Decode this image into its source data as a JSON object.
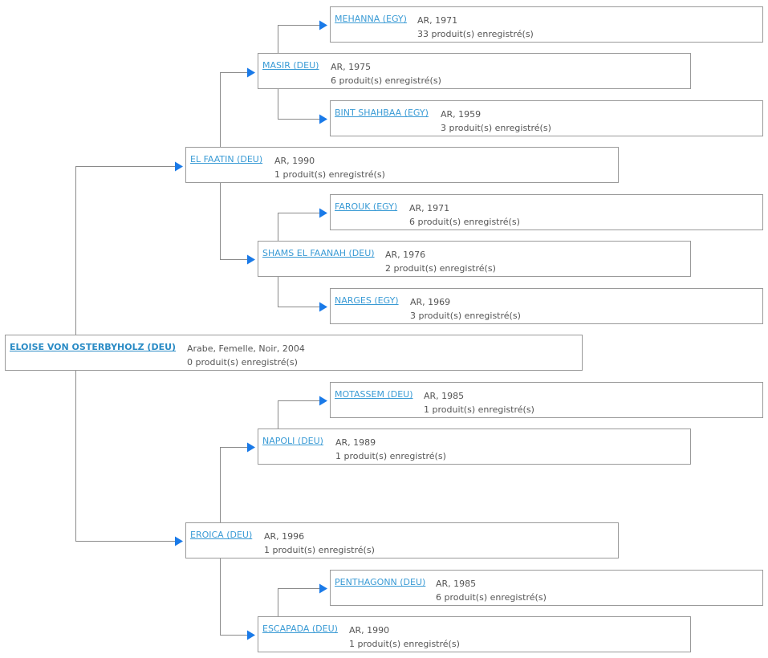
{
  "pedigree": {
    "subject": {
      "name": "ELOISE VON OSTERBYHOLZ (DEU)",
      "details": "Arabe, Femelle, Noir, 2004",
      "products": "0 produit(s) enregistré(s)"
    },
    "sire": {
      "name": "EL FAATIN (DEU)",
      "details": "AR, 1990",
      "products": "1 produit(s) enregistré(s)"
    },
    "sire_sire": {
      "name": "MASIR (DEU)",
      "details": "AR, 1975",
      "products": "6 produit(s) enregistré(s)"
    },
    "sire_sire_sire": {
      "name": "MEHANNA (EGY)",
      "details": "AR, 1971",
      "products": "33 produit(s) enregistré(s)"
    },
    "sire_sire_dam": {
      "name": "BINT SHAHBAA (EGY)",
      "details": "AR, 1959",
      "products": "3 produit(s) enregistré(s)"
    },
    "sire_dam": {
      "name": "SHAMS EL FAANAH (DEU)",
      "details": "AR, 1976",
      "products": "2 produit(s) enregistré(s)"
    },
    "sire_dam_sire": {
      "name": "FAROUK (EGY)",
      "details": "AR, 1971",
      "products": "6 produit(s) enregistré(s)"
    },
    "sire_dam_dam": {
      "name": "NARGES (EGY)",
      "details": "AR, 1969",
      "products": "3 produit(s) enregistré(s)"
    },
    "dam": {
      "name": "EROICA (DEU)",
      "details": "AR, 1996",
      "products": "1 produit(s) enregistré(s)"
    },
    "dam_sire": {
      "name": "NAPOLI (DEU)",
      "details": "AR, 1989",
      "products": "1 produit(s) enregistré(s)"
    },
    "dam_sire_sire": {
      "name": "MOTASSEM (DEU)",
      "details": "AR, 1985",
      "products": "1 produit(s) enregistré(s)"
    },
    "dam_dam": {
      "name": "ESCAPADA (DEU)",
      "details": "AR, 1990",
      "products": "1 produit(s) enregistré(s)"
    },
    "dam_dam_sire": {
      "name": "PENTHAGONN (DEU)",
      "details": "AR, 1985",
      "products": "6 produit(s) enregistré(s)"
    }
  },
  "colors": {
    "link": "#3a9bd5",
    "arrow": "#1a7ae8",
    "connector": "#8a8a8a",
    "border": "#9a9a9a"
  }
}
